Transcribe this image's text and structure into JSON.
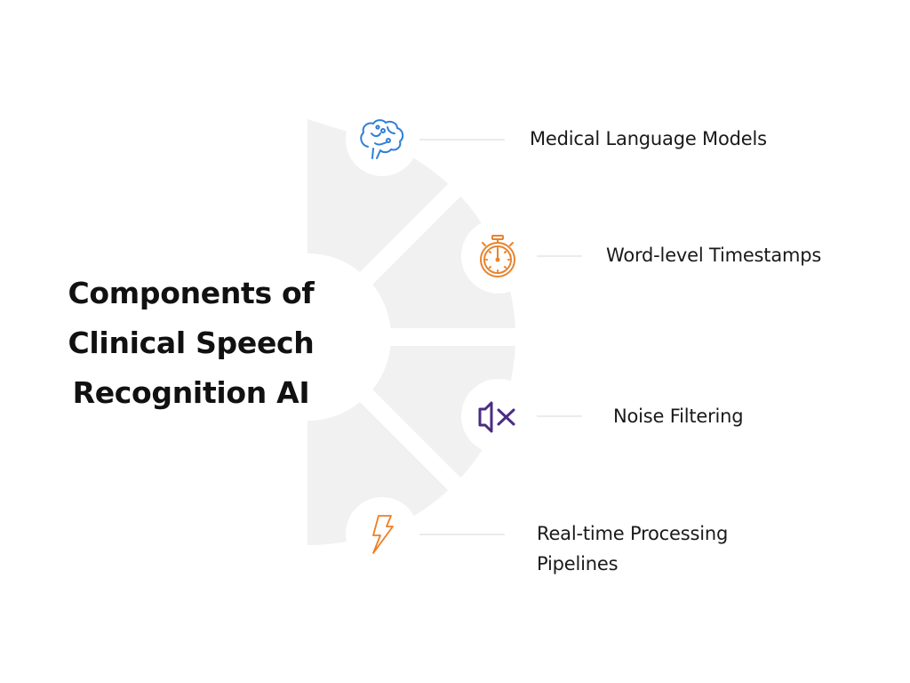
{
  "title": {
    "lines": [
      "Components of",
      "Clinical Speech",
      "Recognition AI"
    ]
  },
  "colors": {
    "background": "#ffffff",
    "segment_fill": "#f1f1f1",
    "connector": "#ebebeb",
    "brain_icon": "#2e7fd8",
    "stopwatch_icon": "#e8842d",
    "mute_icon": "#4a2d82",
    "bolt_icon": "#ef7d22",
    "text": "#1a1a1a"
  },
  "components": [
    {
      "label": "Medical Language Models",
      "icon": "brain-icon"
    },
    {
      "label": "Word-level Timestamps",
      "icon": "stopwatch-icon"
    },
    {
      "label": "Noise Filtering",
      "icon": "speaker-mute-icon"
    },
    {
      "label_line1": "Real-time Processing",
      "label_line2": "Pipelines",
      "icon": "lightning-bolt-icon"
    }
  ]
}
